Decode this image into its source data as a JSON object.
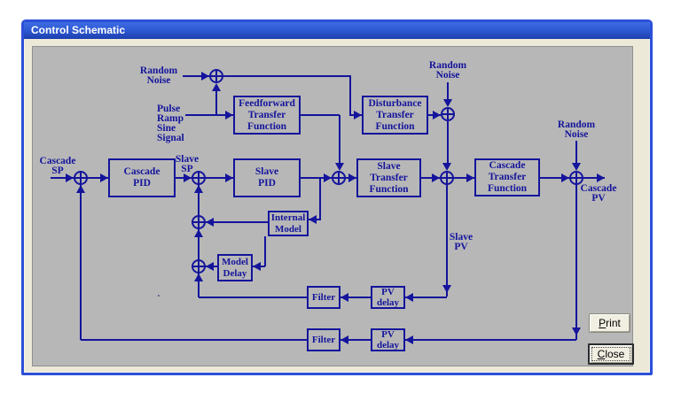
{
  "window": {
    "title": "Control Schematic"
  },
  "colors": {
    "ink": "#14149c",
    "canvas": "#b7b7b7",
    "frame": "#ece9d8",
    "wborder": "#2b50d8"
  },
  "blocks": {
    "cascade_pid": [
      "Cascade",
      "PID"
    ],
    "slave_pid": [
      "Slave",
      "PID"
    ],
    "feedforward_tf": [
      "Feedforward",
      "Transfer",
      "Function"
    ],
    "disturbance_tf": [
      "Disturbance",
      "Transfer",
      "Function"
    ],
    "slave_tf": [
      "Slave",
      "Transfer",
      "Function"
    ],
    "cascade_tf": [
      "Cascade",
      "Transfer",
      "Function"
    ],
    "internal_model": [
      "Internal",
      "Model"
    ],
    "model_delay": [
      "Model",
      "Delay"
    ],
    "filter_top": [
      "Filter"
    ],
    "pv_delay_top": [
      "PV",
      "delay"
    ],
    "filter_bottom": [
      "Filter"
    ],
    "pv_delay_bottom": [
      "PV",
      "delay"
    ]
  },
  "labels": {
    "random_noise_top_left": [
      "Random",
      "Noise"
    ],
    "input_signal": [
      "Pulse",
      "Ramp",
      "Sine",
      "Signal"
    ],
    "random_noise_top_mid": [
      "Random",
      "Noise"
    ],
    "random_noise_right": [
      "Random",
      "Noise"
    ],
    "cascade_sp": [
      "Cascade",
      "SP"
    ],
    "slave_sp": [
      "Slave",
      "SP"
    ],
    "slave_pv": [
      "Slave",
      "PV"
    ],
    "cascade_pv": [
      "Cascade",
      "PV"
    ]
  },
  "buttons": {
    "print": {
      "mnemonic": "P",
      "rest": "rint"
    },
    "close": {
      "mnemonic": "C",
      "rest": "lose"
    }
  }
}
